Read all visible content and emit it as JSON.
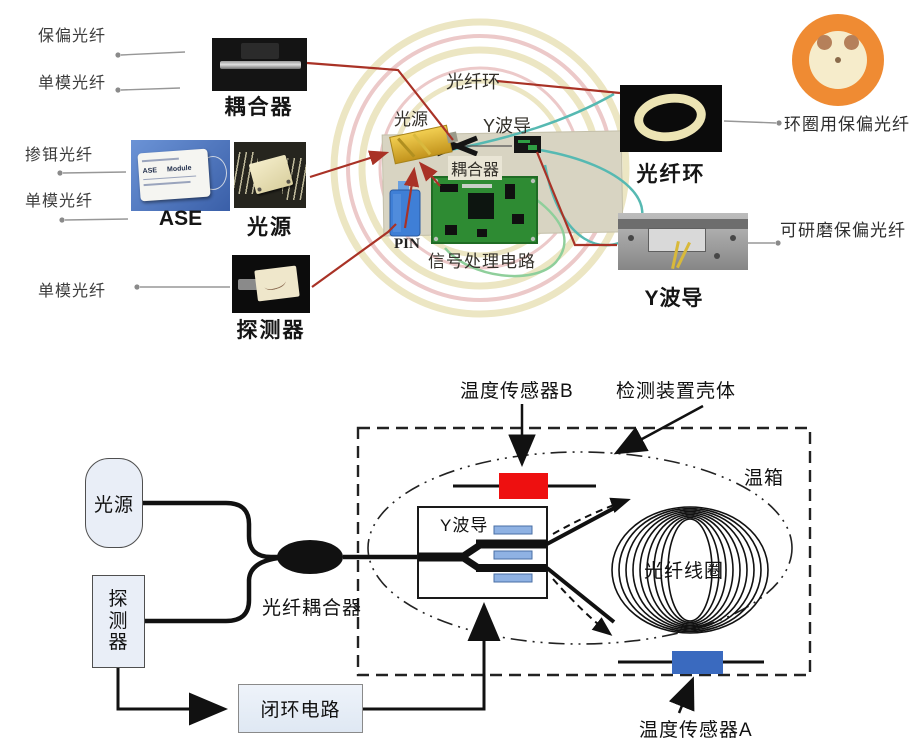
{
  "top": {
    "fiber_labels": {
      "pm": "保偏光纤",
      "sm1": "单模光纤",
      "er": "掺铒光纤",
      "sm2": "单模光纤",
      "sm3": "单模光纤"
    },
    "right_labels": {
      "ring_pm": "环圈用保偏光纤",
      "polishable_pm": "可研磨保偏光纤"
    },
    "captions": {
      "coupler": "耦合器",
      "ase": "ASE",
      "light_source": "光源",
      "detector": "探测器",
      "fiber_ring": "光纤环",
      "y_waveguide": "Y波导"
    },
    "core": {
      "fiber_ring": "光纤环",
      "light_source": "光源",
      "y_waveguide": "Y波导",
      "coupler": "耦合器",
      "pin": "PIN",
      "signal_circuit": "信号处理电路"
    },
    "ase_module": {
      "name": "ASE",
      "type": "Module"
    }
  },
  "bottom": {
    "light_source": "光源",
    "detector": "探测器",
    "fiber_coupler": "光纤耦合器",
    "closed_loop_circuit": "闭环电路",
    "y_waveguide": "Y波导",
    "fiber_coil": "光纤线圈",
    "temp_sensor_b": "温度传感器B",
    "housing": "检测装置壳体",
    "temp_chamber": "温箱",
    "temp_sensor_a": "温度传感器A"
  },
  "colors": {
    "red_connector": "#a93226",
    "teal_fiber": "#56b9b2",
    "ring_yellow": "#ece6c3",
    "ring_pink": "#ecc9c9",
    "sensor_b_red": "#ee1010",
    "sensor_a_blue": "#3a6abf",
    "pin_blue": "#3f7fd6",
    "pcb_green": "#2e8b33",
    "module_yellow": "#e3b92e",
    "orange_fiber": "#ef8b33",
    "box_fill": "#e9eef7"
  }
}
